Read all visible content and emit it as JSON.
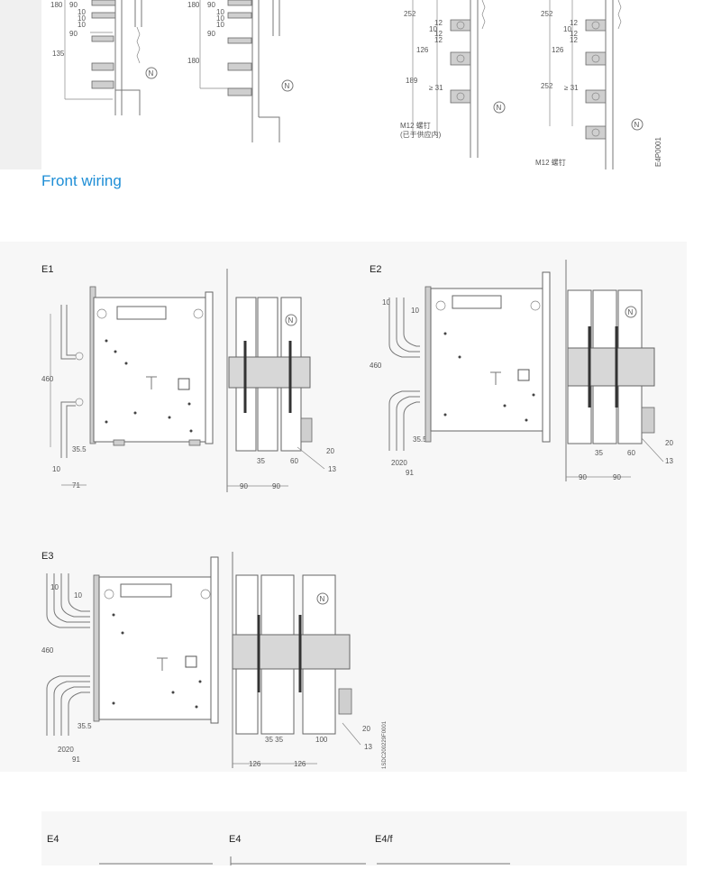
{
  "section_title": "Front wiring",
  "top_left": {
    "dims_a": [
      "180",
      "90",
      "10",
      "10",
      "10",
      "90",
      "135"
    ],
    "dims_b": [
      "180",
      "90",
      "10",
      "10",
      "10",
      "90",
      "180"
    ],
    "neutral": "N"
  },
  "top_right": {
    "dims_a": [
      "252",
      "12",
      "10",
      "12",
      "12",
      "126",
      "189",
      "≥ 31"
    ],
    "note_a": [
      "M12 螺钉",
      "(已于供应内)"
    ],
    "dims_b": [
      "252",
      "12",
      "10",
      "12",
      "12",
      "126",
      "252",
      "≥ 31"
    ],
    "note_b": "M12 螺钉",
    "code": "E4P0001",
    "neutral": "N"
  },
  "e1": {
    "tag": "E1",
    "dim_460": "460",
    "dim_355": "35.5",
    "dim_10": "10",
    "dim_71": "71",
    "dim_35": "35",
    "dim_60": "60",
    "dim_20": "20",
    "dim_13": "13",
    "dim_90a": "90",
    "dim_90b": "90",
    "neutral": "N"
  },
  "e2": {
    "tag": "E2",
    "dim_10a": "10",
    "dim_10b": "10",
    "dim_460": "460",
    "dim_355": "35.5",
    "dim_2020": "2020",
    "dim_91": "91",
    "dim_35": "35",
    "dim_60": "60",
    "dim_20": "20",
    "dim_13": "13",
    "dim_90a": "90",
    "dim_90b": "90",
    "neutral": "N"
  },
  "e3": {
    "tag": "E3",
    "dim_10a": "10",
    "dim_10b": "10",
    "dim_460": "460",
    "dim_355": "35.5",
    "dim_2020": "2020",
    "dim_91": "91",
    "dim_3535": "35 35",
    "dim_100": "100",
    "dim_20": "20",
    "dim_13": "13",
    "dim_126a": "126",
    "dim_126b": "126",
    "code": "1SDC200229F0001",
    "neutral": "N"
  },
  "bottom": {
    "tag_a": "E4",
    "tag_b": "E4",
    "tag_c": "E4/f"
  }
}
